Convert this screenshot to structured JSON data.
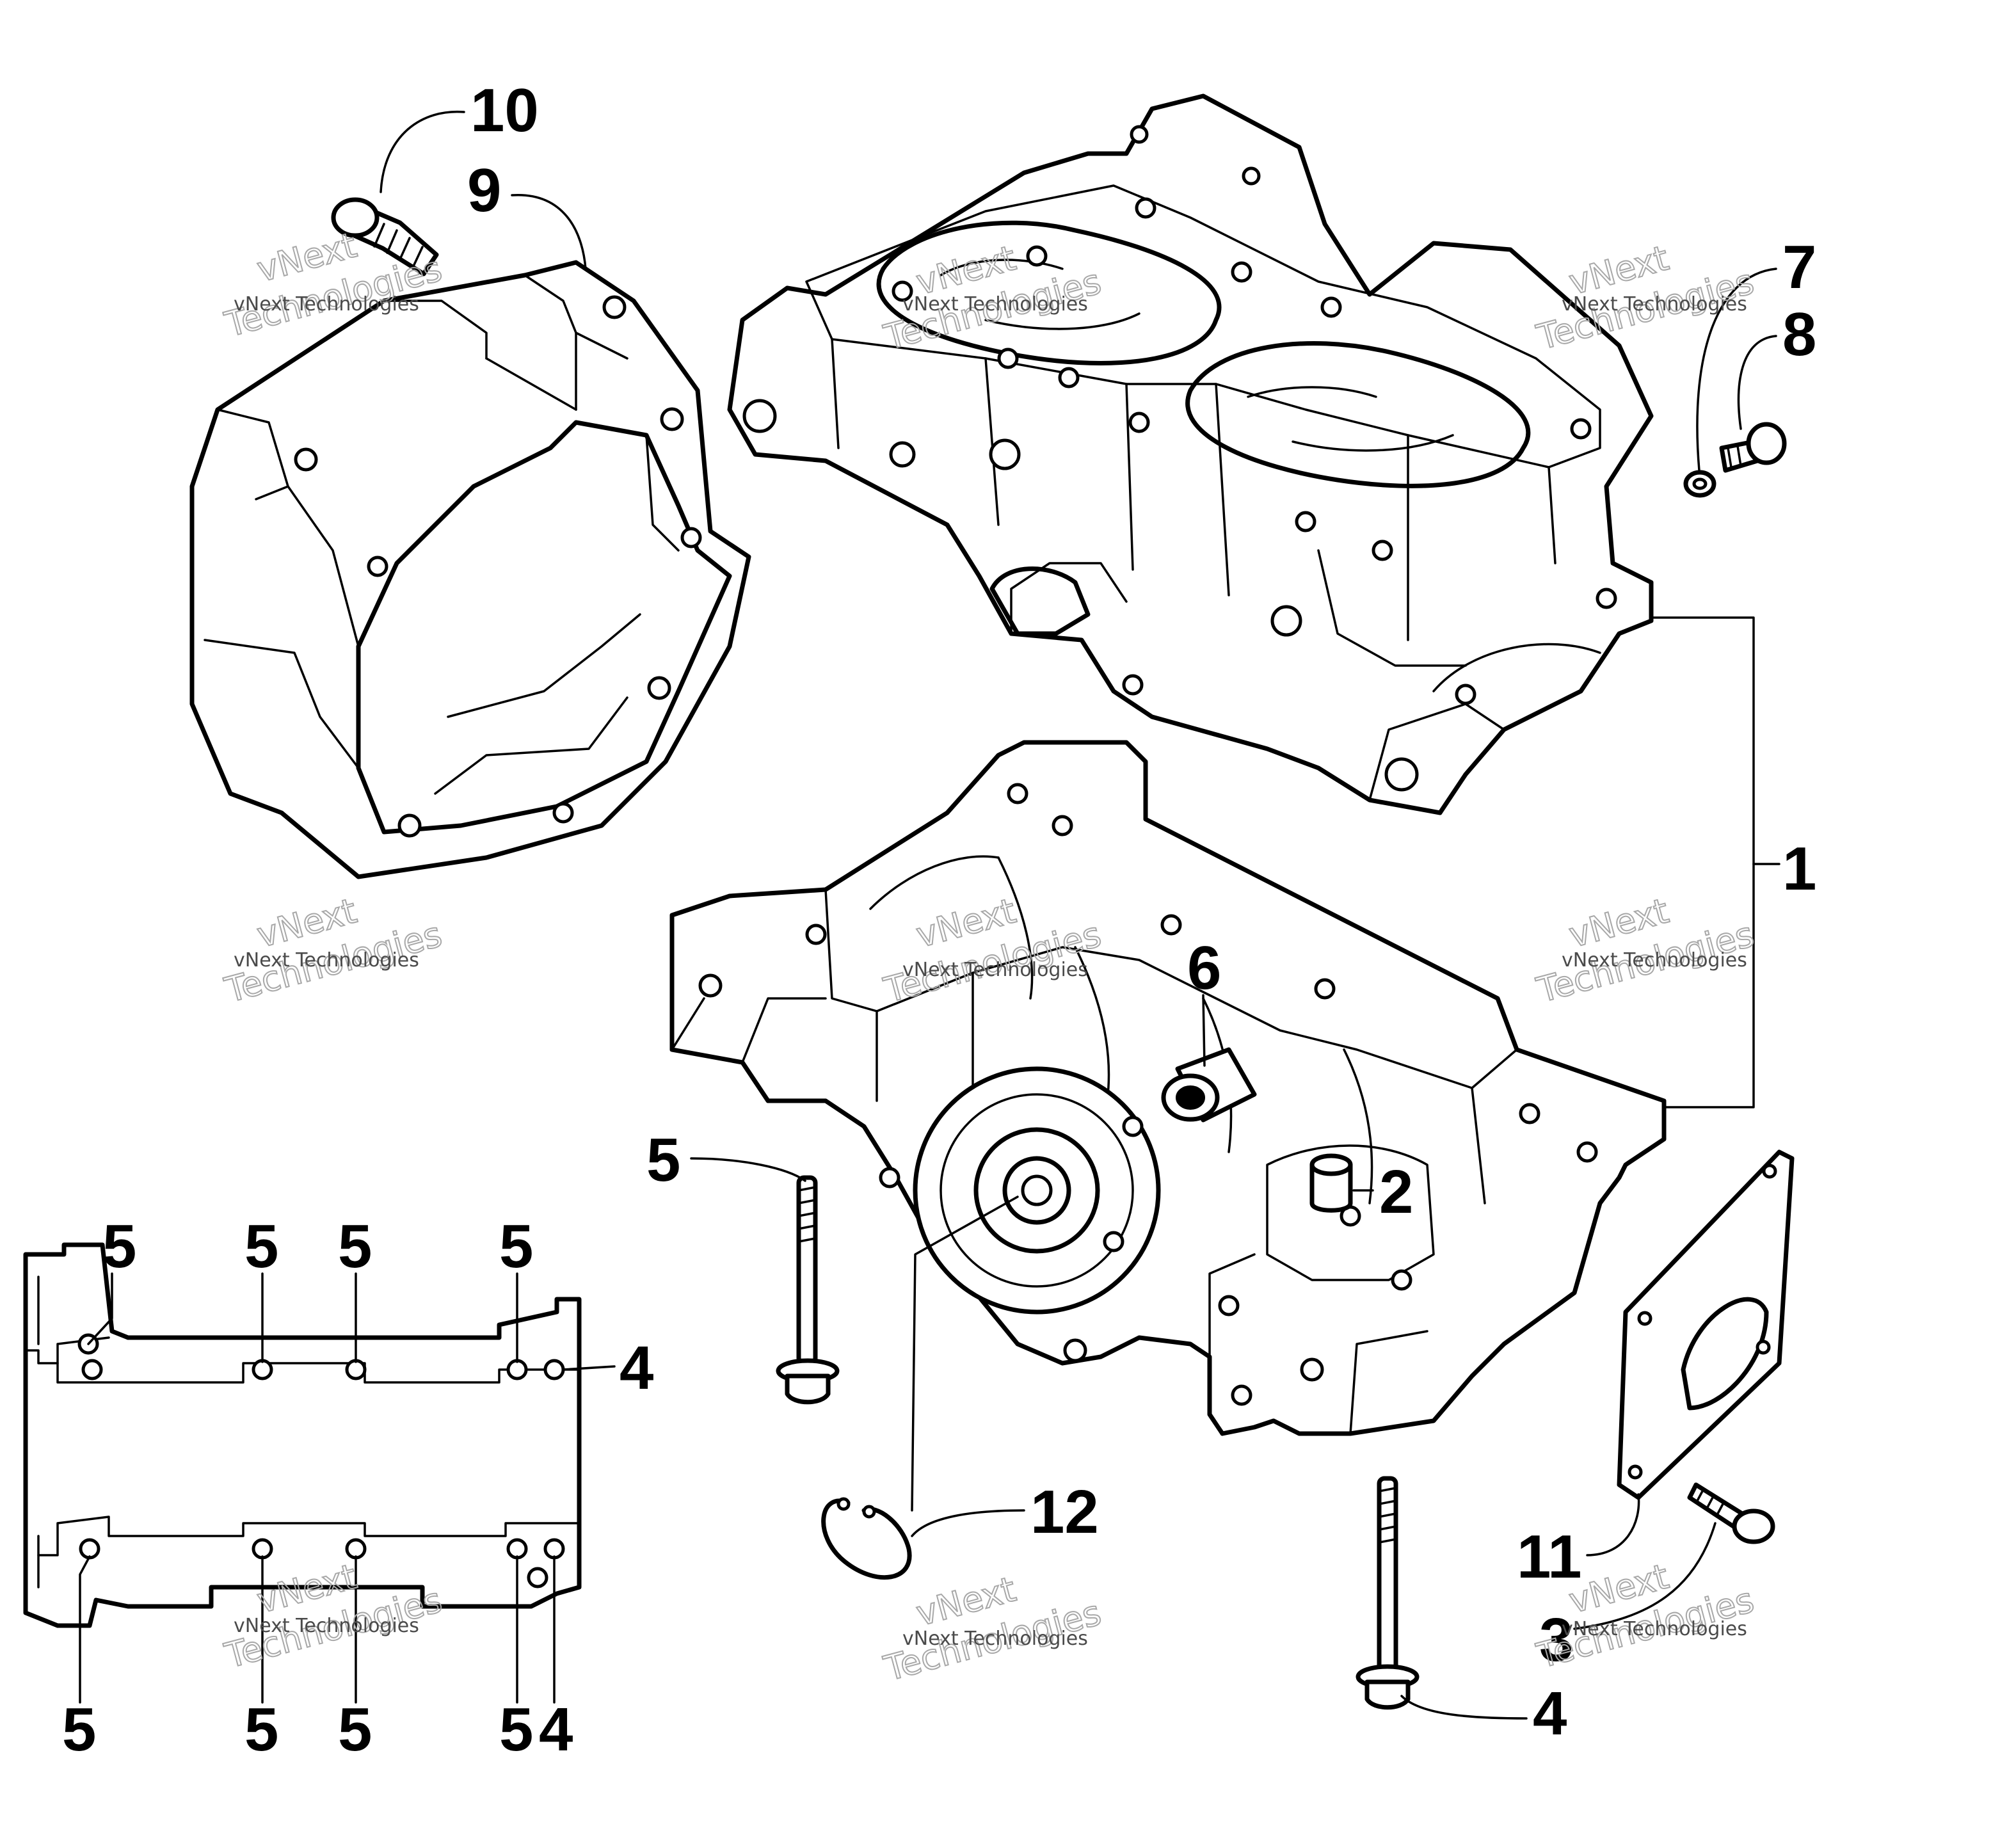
{
  "callouts": {
    "c1": "1",
    "c2": "2",
    "c3": "3",
    "c4": "4",
    "c4b": "4",
    "c4c": "4",
    "c5a": "5",
    "c5t1": "5",
    "c5t2": "5",
    "c5t3": "5",
    "c5t4": "5",
    "c5b1": "5",
    "c5b2": "5",
    "c5b3": "5",
    "c5b4": "5",
    "c6": "6",
    "c7": "7",
    "c8": "8",
    "c9": "9",
    "c10": "10",
    "c11": "11",
    "c12": "12"
  },
  "watermark": {
    "small": "vNext Technologies",
    "big_1": "vNext",
    "big_2": "Technologies"
  }
}
